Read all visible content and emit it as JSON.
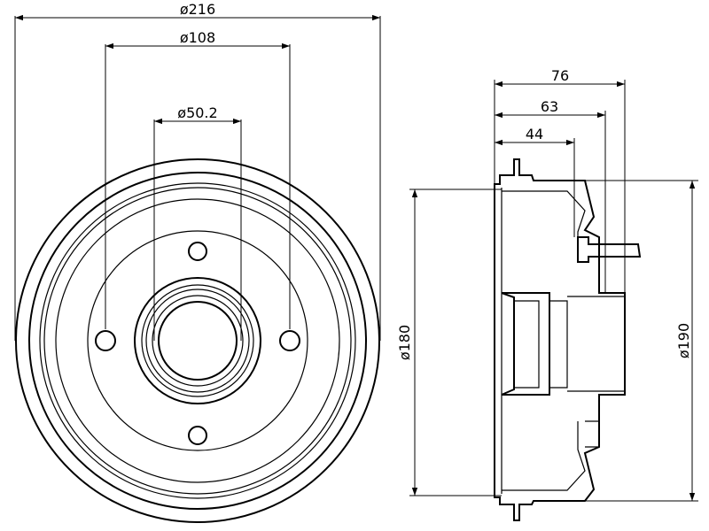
{
  "dimensions": {
    "outer_diameter": "ø216",
    "bolt_circle": "ø108",
    "center_bore": "ø50.2",
    "depth_total": "76",
    "depth_mid": "63",
    "depth_inner": "44",
    "inner_diameter": "ø180",
    "outer_side_diameter": "ø190"
  }
}
